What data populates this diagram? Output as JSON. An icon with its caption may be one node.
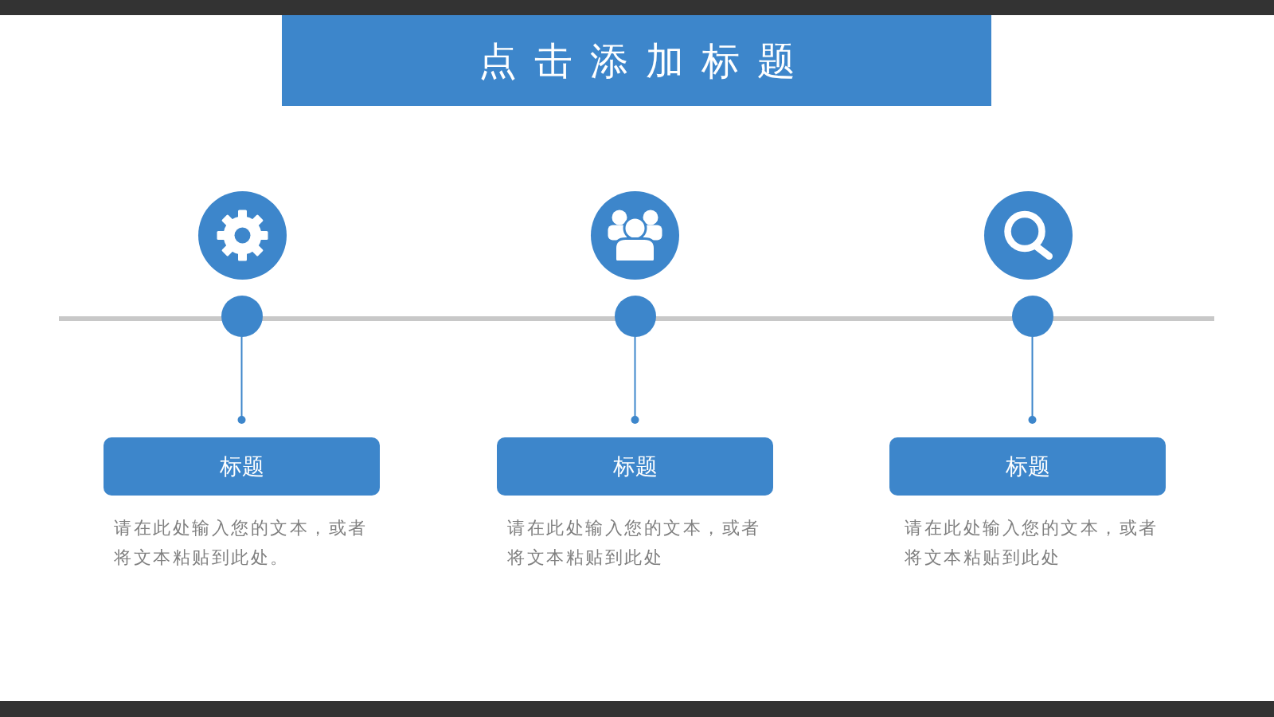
{
  "diagram": {
    "title": "点击添加标题",
    "nodes": [
      {
        "text": [],
        "shape": "circle"
      },
      {
        "text": [],
        "shape": "circle"
      },
      {
        "text": [],
        "shape": "circle"
      },
      {
        "text": [
          "标题"
        ],
        "beside": [
          "请在此处输入您的文本，或者将文本粘贴到此处。"
        ]
      },
      {
        "text": [
          "标题"
        ],
        "beside": [
          "请在此处输入您的文本，或者将文本粘贴到此处"
        ]
      },
      {
        "text": [
          "标题"
        ],
        "beside": [
          "请在此处输入您的文本，或者将文本粘贴到此处"
        ]
      }
    ],
    "edges": [
      {
        "from": 0,
        "to": 3,
        "arrow": "other"
      },
      {
        "from": 1,
        "to": 4,
        "arrow": "other"
      },
      {
        "from": 2,
        "to": 5,
        "arrow": "other"
      }
    ]
  }
}
